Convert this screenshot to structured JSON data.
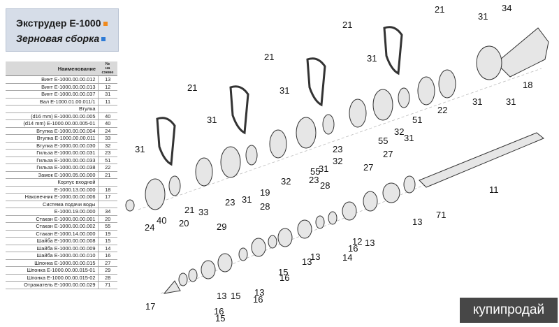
{
  "header": {
    "title": "Экструдер Е-1000",
    "subtitle": "Зерновая сборка",
    "title_marker_color": "#f08a1e",
    "subtitle_marker_color": "#2e7bd6"
  },
  "table": {
    "col_name": "Наименование",
    "col_num_1": "№",
    "col_num_2": "на схеме",
    "rows": [
      {
        "name": "Винт Е-1000.00.00.012",
        "num": "13"
      },
      {
        "name": "Винт Е-1000.00.00.013",
        "num": "12"
      },
      {
        "name": "Винт Е-1000.00.00.037",
        "num": "31"
      },
      {
        "name": "Вал Е-1000.01.00.011/1",
        "num": "11"
      },
      {
        "name": "Втулка",
        "num": ""
      },
      {
        "name": "(d16 mm) Е-1000.00.00.005",
        "num": "40"
      },
      {
        "name": "(d14 mm) Е-1000.00.00.005-01",
        "num": "40"
      },
      {
        "name": "Втулка Е-1000.00.00.004",
        "num": "24"
      },
      {
        "name": "Втулка Е-1000.00.00.011",
        "num": "33"
      },
      {
        "name": "Втулка Е-1000.00.00.030",
        "num": "32"
      },
      {
        "name": "Гильза Е-1000.00.00.031",
        "num": "23"
      },
      {
        "name": "Гильза Е-1000.00.00.033",
        "num": "51"
      },
      {
        "name": "Гильза Е-1000.00.00.038",
        "num": "22"
      },
      {
        "name": "Замок Е-1000.05.00.000",
        "num": "21"
      },
      {
        "name": "Корпус входной",
        "num": ""
      },
      {
        "name": "Е-1000.13.00.000",
        "num": "18"
      },
      {
        "name": "Наконечник Е-1000.00.00.006",
        "num": "17"
      },
      {
        "name": "Система подачи воды",
        "num": ""
      },
      {
        "name": "Е-1000.19.00.000",
        "num": "34"
      },
      {
        "name": "Стакан Е-1000.00.00.001",
        "num": "20"
      },
      {
        "name": "Стакан Е-1000.00.00.002",
        "num": "55"
      },
      {
        "name": "Стакан Е-1000.14.00.000",
        "num": "19"
      },
      {
        "name": "Шайба Е-1000.00.00.008",
        "num": "15"
      },
      {
        "name": "Шайба Е-1000.00.00.009",
        "num": "14"
      },
      {
        "name": "Шайба Е-1000.00.00.010",
        "num": "16"
      },
      {
        "name": "Шпонка Е-1000.00.00.015",
        "num": "27"
      },
      {
        "name": "Шпонка Е-1000.00.00.015-01",
        "num": "29"
      },
      {
        "name": "Шпонка Е-1000.00.00.015-02",
        "num": "28"
      },
      {
        "name": "Отражатель Е-1000.00.00.029",
        "num": "71"
      }
    ]
  },
  "drawing_labels": [
    "21",
    "21",
    "21",
    "21",
    "21",
    "31",
    "34",
    "18",
    "31",
    "31",
    "31",
    "31",
    "31",
    "31",
    "31",
    "22",
    "51",
    "32",
    "55",
    "23",
    "32",
    "55",
    "23",
    "31",
    "32",
    "19",
    "33",
    "23",
    "31",
    "20",
    "40",
    "24",
    "11",
    "27",
    "27",
    "28",
    "28",
    "71",
    "13",
    "13",
    "12",
    "16",
    "14",
    "13",
    "13",
    "16",
    "15",
    "13",
    "16",
    "15",
    "13",
    "29",
    "16",
    "15",
    "17"
  ],
  "watermark": "купипродай"
}
